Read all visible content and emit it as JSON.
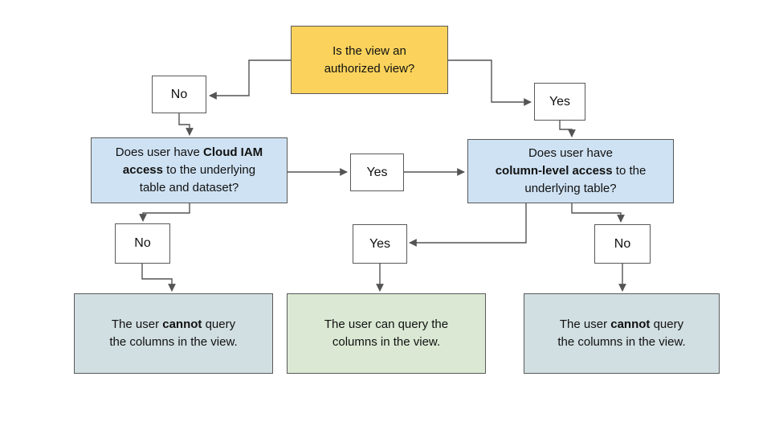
{
  "diagram": {
    "colors": {
      "background": "#FFFFFF",
      "line": "#545454",
      "border": "#595959",
      "text": "#111111",
      "decision_yellow": "#FBD35C",
      "question_blue": "#CFE2F3",
      "deny_cyan": "#D2DFE2",
      "allow_green": "#DBE9D4",
      "label_white": "#FFFFFF"
    },
    "nodes": {
      "q1": {
        "line1": "Is the view an",
        "line2": "authorized view?",
        "fill": "#FBD35C"
      },
      "no1": {
        "label": "No",
        "fill": "#FFFFFF"
      },
      "yes1": {
        "label": "Yes",
        "fill": "#FFFFFF"
      },
      "q2": {
        "line1_pre": "Does user have ",
        "line1_bold": "Cloud IAM",
        "line2_bold": "access",
        "line2_post": " to the underlying",
        "line3": "table and dataset?",
        "fill": "#CFE2F3"
      },
      "yes2": {
        "label": "Yes",
        "fill": "#FFFFFF"
      },
      "q3": {
        "line1": "Does user have",
        "line2_bold": "column-level access",
        "line2_post": " to the",
        "line3": "underlying table?",
        "fill": "#CFE2F3"
      },
      "no2": {
        "label": "No",
        "fill": "#FFFFFF"
      },
      "yes3": {
        "label": "Yes",
        "fill": "#FFFFFF"
      },
      "no3": {
        "label": "No",
        "fill": "#FFFFFF"
      },
      "r1": {
        "line1_pre": "The user ",
        "line1_bold": "cannot",
        "line1_post": " query",
        "line2": "the columns in the view.",
        "fill": "#D2DFE2"
      },
      "r2": {
        "line1": "The user can query the",
        "line2": "columns in the view.",
        "fill": "#DBE9D4"
      },
      "r3": {
        "line1_pre": "The user ",
        "line1_bold": "cannot",
        "line1_post": " query",
        "line2": "the columns in the view.",
        "fill": "#D2DFE2"
      }
    },
    "edges": [
      {
        "from": "q1",
        "to": "no1"
      },
      {
        "from": "q1",
        "to": "yes1"
      },
      {
        "from": "no1",
        "to": "q2"
      },
      {
        "from": "yes1",
        "to": "q3"
      },
      {
        "from": "q2",
        "to": "yes2"
      },
      {
        "from": "yes2",
        "to": "q3"
      },
      {
        "from": "q2",
        "to": "no2"
      },
      {
        "from": "no2",
        "to": "r1"
      },
      {
        "from": "q3",
        "to": "yes3"
      },
      {
        "from": "yes3",
        "to": "r2"
      },
      {
        "from": "q3",
        "to": "no3"
      },
      {
        "from": "no3",
        "to": "r3"
      }
    ]
  }
}
